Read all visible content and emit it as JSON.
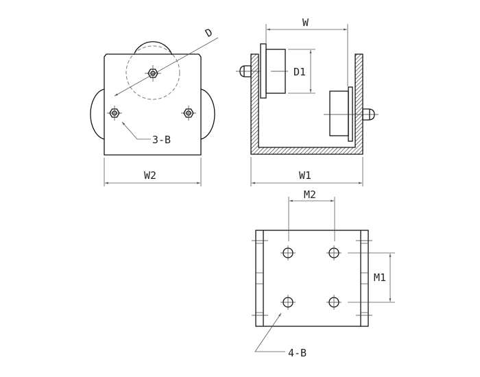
{
  "labels": {
    "D": "D",
    "W2": "W2",
    "three_b": "3-B",
    "W": "W",
    "D1": "D1",
    "W1": "W1",
    "M2": "M2",
    "M1": "M1",
    "four_b": "4-B"
  }
}
